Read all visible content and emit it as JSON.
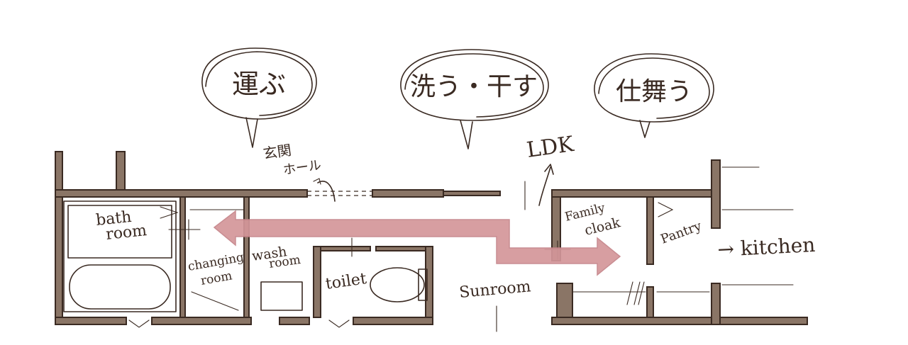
{
  "bubbles": [
    {
      "text": "運ぶ"
    },
    {
      "text": "洗う・干す"
    },
    {
      "text": "仕舞う"
    }
  ],
  "labels": {
    "entrance_hall_line1": "玄関",
    "entrance_hall_line2": "ホール",
    "ldk": "LDK",
    "bath_line1": "bath",
    "bath_line2": "room",
    "changing_line1": "changing",
    "changing_line2": "room",
    "wash_line1": "wash",
    "wash_line2": "room",
    "toilet": "toilet",
    "sunroom": "Sunroom",
    "family_line1": "Family",
    "family_line2": "cloak",
    "pantry": "Pantry",
    "kitchen": "→ kitchen"
  },
  "colors": {
    "ink": "#3a2a22",
    "wall_fill": "#8a7566",
    "flow_arrow": "#d4969a"
  }
}
